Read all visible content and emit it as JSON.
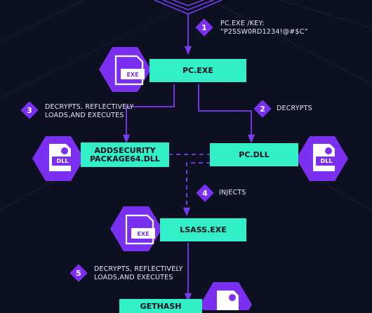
{
  "colors": {
    "background": "#0c1020",
    "box_fill": "#31f0c8",
    "line": "#7b3cf5",
    "hexagon": "#7b2ff0",
    "badge": "#7b2ff0",
    "icon_fill": "#ffffff"
  },
  "steps": [
    {
      "number": "1",
      "line1": "PC.EXE /KEY:",
      "line2": "“P2SSW0RD1234!@#$C”"
    },
    {
      "number": "2",
      "line1": "DECRYPTS",
      "line2": ""
    },
    {
      "number": "3",
      "line1": "DECRYPTS, REFLECTIVELY",
      "line2": "LOADS,AND EXECUTES"
    },
    {
      "number": "4",
      "line1": "INJECTS",
      "line2": ""
    },
    {
      "number": "5",
      "line1": "DECRYPTS, REFLECTIVELY",
      "line2": "LOADS,AND EXECUTES"
    }
  ],
  "nodes": {
    "pc_exe": {
      "label": "PC.EXE",
      "icon_label": "EXE",
      "icon": "exe-file-icon"
    },
    "addsecurity": {
      "label_line1": "ADDSECURITY",
      "label_line2": "PACKAGE64.DLL",
      "icon_label": "DLL",
      "icon": "dll-file-icon"
    },
    "pc_dll": {
      "label": "PC.DLL",
      "icon_label": "DLL",
      "icon": "dll-file-icon"
    },
    "lsass": {
      "label": "LSASS.EXE",
      "icon_label": "EXE",
      "icon": "exe-file-icon"
    },
    "gethash": {
      "label": "GETHASH",
      "icon": "dll-file-icon"
    }
  }
}
